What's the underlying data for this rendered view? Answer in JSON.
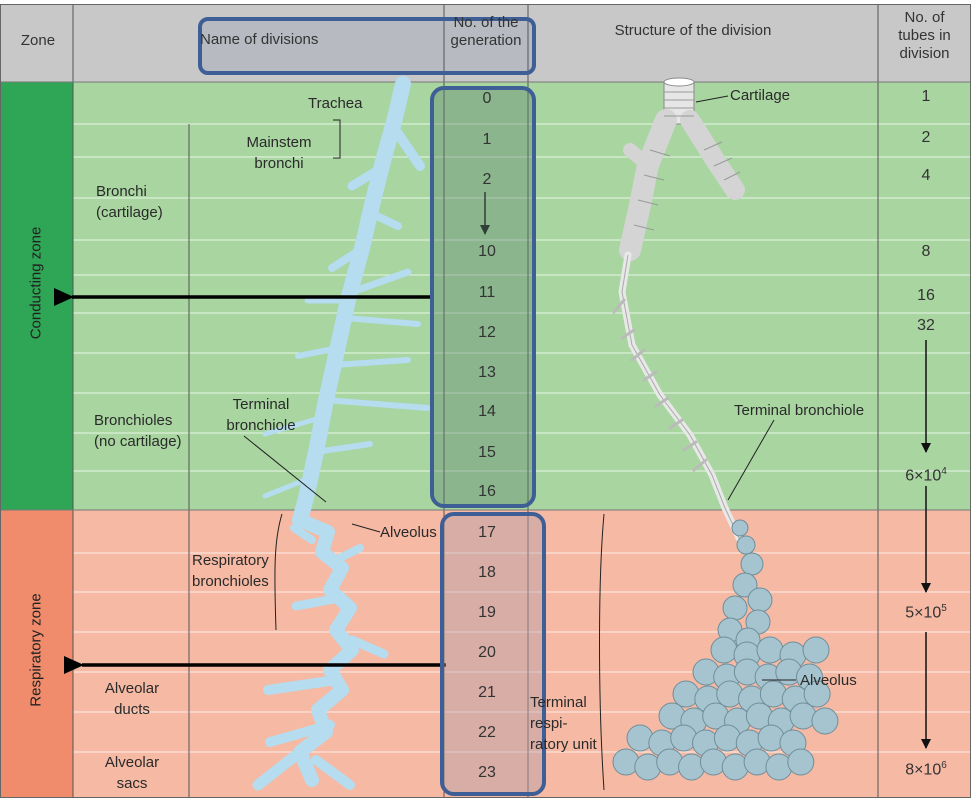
{
  "header": {
    "zone": "Zone",
    "name_of_divisions": "Name of divisions",
    "generation_line1": "No. of the",
    "generation_line2": "generation",
    "structure": "Structure of the division",
    "tubes_line1": "No. of",
    "tubes_line2": "tubes in",
    "tubes_line3": "division"
  },
  "zones": {
    "conducting": "Conducting zone",
    "respiratory": "Respiratory zone"
  },
  "divisions": {
    "trachea": "Trachea",
    "mainstem_line1": "Mainstem",
    "mainstem_line2": "bronchi",
    "bronchi_line1": "Bronchi",
    "bronchi_line2": "(cartilage)",
    "bronchioles_line1": "Bronchioles",
    "bronchioles_line2": "(no cartilage)",
    "terminal_bronchiole_line1": "Terminal",
    "terminal_bronchiole_line2": "bronchiole",
    "alveolus": "Alveolus",
    "respiratory_bronchioles_line1": "Respiratory",
    "respiratory_bronchioles_line2": "bronchioles",
    "alveolar_ducts_line1": "Alveolar",
    "alveolar_ducts_line2": "ducts",
    "alveolar_sacs_line1": "Alveolar",
    "alveolar_sacs_line2": "sacs"
  },
  "structure_labels": {
    "cartilage": "Cartilage",
    "terminal_bronchiole": "Terminal bronchiole",
    "alveolus": "Alveolus",
    "terminal_unit_line1": "Terminal",
    "terminal_unit_line2": "respi-",
    "terminal_unit_line3": "ratory unit"
  },
  "generations": [
    "0",
    "1",
    "2",
    "10",
    "11",
    "12",
    "13",
    "14",
    "15",
    "16",
    "17",
    "18",
    "19",
    "20",
    "21",
    "22",
    "23"
  ],
  "tubes": {
    "t1": "1",
    "t2": "2",
    "t4": "4",
    "t8": "8",
    "t16": "16",
    "t32": "32",
    "t6e4_base": "6×10",
    "t6e4_exp": "4",
    "t5e5_base": "5×10",
    "t5e5_exp": "5",
    "t8e6_base": "8×10",
    "t8e6_exp": "6"
  },
  "colors": {
    "header": "#c8c8c8",
    "conducting_bg": "#a8d5a0",
    "conducting_zone": "#2ea655",
    "respiratory_bg": "#f5b9a4",
    "respiratory_zone": "#f08c6c",
    "airway": "#b5dcef",
    "alveoli": "#a6c4cf",
    "highlight": "#3e5e96",
    "highlight_fill": "#7d9a8e"
  }
}
